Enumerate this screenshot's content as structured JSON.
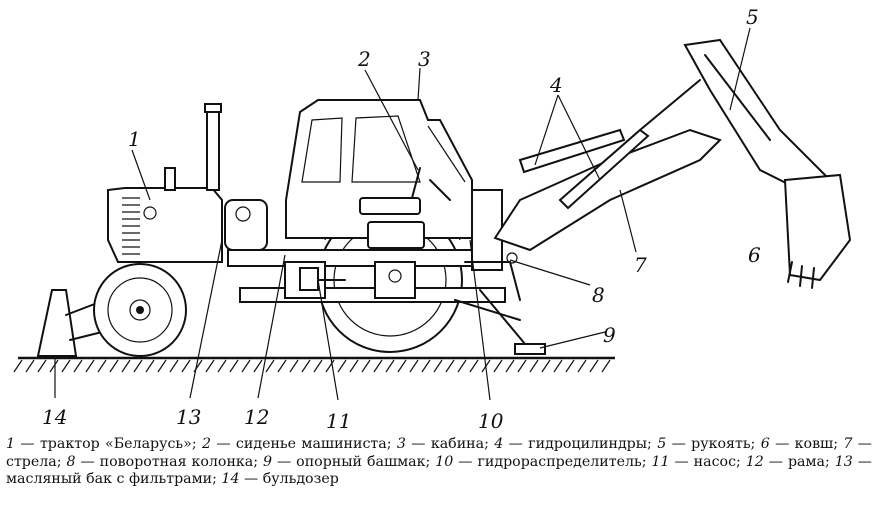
{
  "labels": [
    {
      "id": "l1",
      "text": "1"
    },
    {
      "id": "l2",
      "text": "2"
    },
    {
      "id": "l3",
      "text": "3"
    },
    {
      "id": "l4",
      "text": "4"
    },
    {
      "id": "l5",
      "text": "5"
    },
    {
      "id": "l6",
      "text": "6"
    },
    {
      "id": "l7",
      "text": "7"
    },
    {
      "id": "l8",
      "text": "8"
    },
    {
      "id": "l9",
      "text": "9"
    },
    {
      "id": "l10",
      "text": "10"
    },
    {
      "id": "l11",
      "text": "11"
    },
    {
      "id": "l12",
      "text": "12"
    },
    {
      "id": "l13",
      "text": "13"
    },
    {
      "id": "l14",
      "text": "14"
    }
  ],
  "caption": [
    {
      "num": "1",
      "text": " — трактор «Беларусь»; "
    },
    {
      "num": "2",
      "text": " — сиденье машиниста; "
    },
    {
      "num": "3",
      "text": " — кабина; "
    },
    {
      "num": "4",
      "text": " — гидроцилиндры; "
    },
    {
      "num": "5",
      "text": " — рукоять; "
    },
    {
      "num": "6",
      "text": " — ковш; "
    },
    {
      "num": "7",
      "text": " — стрела; "
    },
    {
      "num": "8",
      "text": " — поворотная колонка; "
    },
    {
      "num": "9",
      "text": " — опорный башмак; "
    },
    {
      "num": "10",
      "text": " — гидрораспределитель; "
    },
    {
      "num": "11",
      "text": " — насос; "
    },
    {
      "num": "12",
      "text": " — рама; "
    },
    {
      "num": "13",
      "text": " — масляный бак с фильтрами; "
    },
    {
      "num": "14",
      "text": " — бульдозер"
    }
  ]
}
